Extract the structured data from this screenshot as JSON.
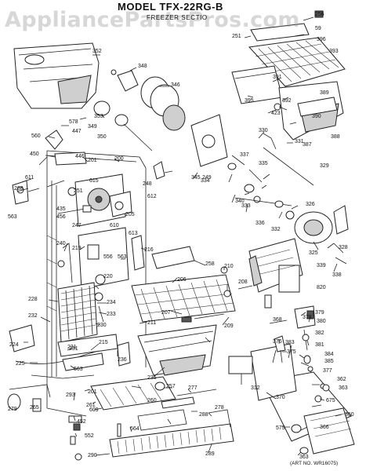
{
  "header": {
    "model_title": "MODEL TFX-22RG-B",
    "section_label": "FREEZER SECTIO",
    "watermark": "AppliancePartsPros.com"
  },
  "footer": {
    "art_number": "(ART NO. WR16075)"
  },
  "callouts": [
    "256",
    "59",
    "396",
    "393",
    "251",
    "352",
    "348",
    "346",
    "391",
    "395",
    "392",
    "389",
    "423",
    "390",
    "387",
    "388",
    "353",
    "578",
    "447",
    "349",
    "350",
    "560",
    "446",
    "450",
    "201",
    "200",
    "330",
    "331",
    "329",
    "337",
    "335",
    "249",
    "611",
    "268",
    "615",
    "251",
    "248",
    "345",
    "334",
    "340",
    "333",
    "612",
    "563",
    "435",
    "456",
    "247",
    "610",
    "205",
    "613",
    "336",
    "332",
    "326",
    "325",
    "328",
    "339",
    "338",
    "240",
    "219",
    "556",
    "563",
    "216",
    "258",
    "210",
    "206",
    "220",
    "208",
    "820",
    "228",
    "234",
    "233",
    "207",
    "232",
    "368",
    "230",
    "211",
    "209",
    "231",
    "378",
    "379",
    "380",
    "382",
    "224",
    "215",
    "236",
    "231",
    "376",
    "383",
    "381",
    "375",
    "384",
    "385",
    "225",
    "563",
    "235",
    "312",
    "377",
    "362",
    "257",
    "277",
    "363",
    "279",
    "265",
    "293",
    "201",
    "260",
    "370",
    "675",
    "261",
    "609",
    "452",
    "552",
    "564",
    "288",
    "278",
    "575",
    "366",
    "360",
    "290",
    "289",
    "363"
  ]
}
